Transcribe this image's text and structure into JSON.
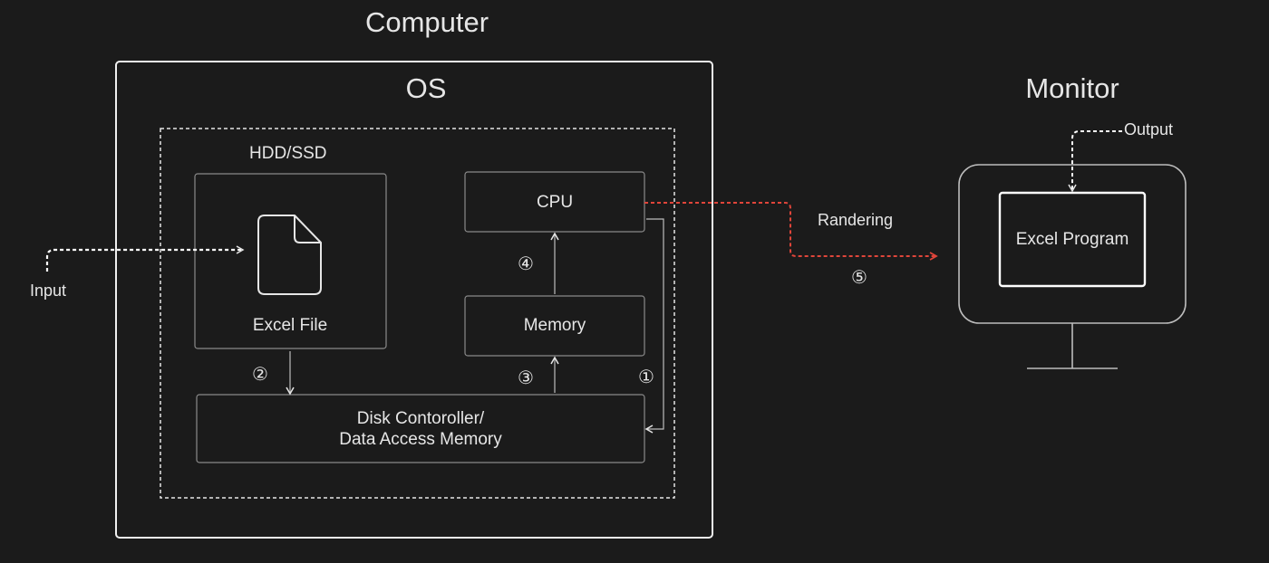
{
  "titles": {
    "computer": "Computer",
    "os": "OS",
    "monitor": "Monitor"
  },
  "storage": {
    "label": "HDD/SSD",
    "file_label": "Excel File"
  },
  "components": {
    "cpu": "CPU",
    "memory": "Memory",
    "disk_controller_line1": "Disk Contoroller/",
    "disk_controller_line2": "Data Access Memory"
  },
  "io": {
    "input": "Input",
    "output": "Output"
  },
  "monitor_screen": "Excel Program",
  "rendering_label": "Randering",
  "steps": {
    "s1": "①",
    "s2": "②",
    "s3": "③",
    "s4": "④",
    "s5": "⑤"
  },
  "colors": {
    "background": "#1b1b1b",
    "line": "#e6e6e6",
    "render_arrow": "#e0453a"
  }
}
